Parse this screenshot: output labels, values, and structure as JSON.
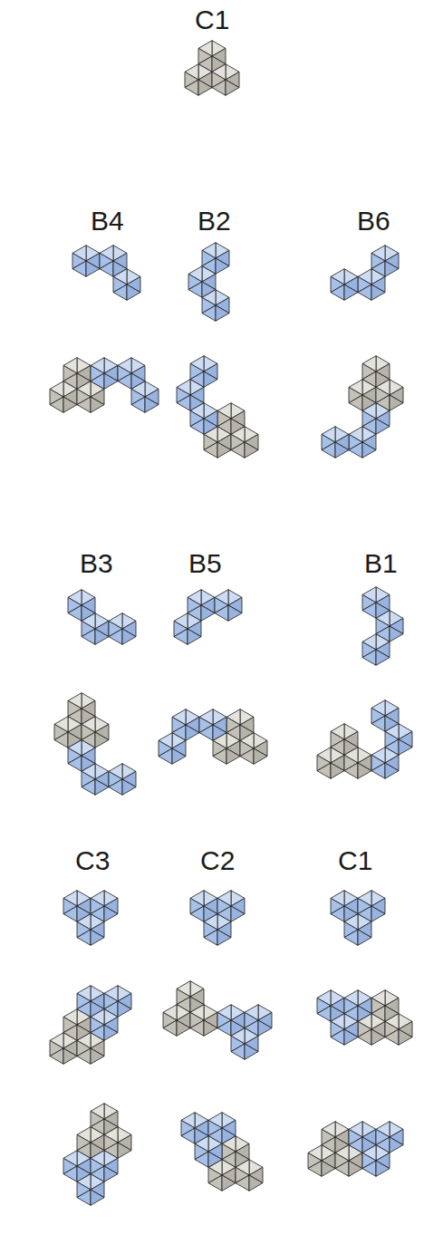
{
  "diagram": {
    "labels": [
      "C1",
      "B4",
      "B2",
      "B6",
      "B3",
      "B5",
      "B1",
      "C3",
      "C2",
      "C1"
    ]
  }
}
